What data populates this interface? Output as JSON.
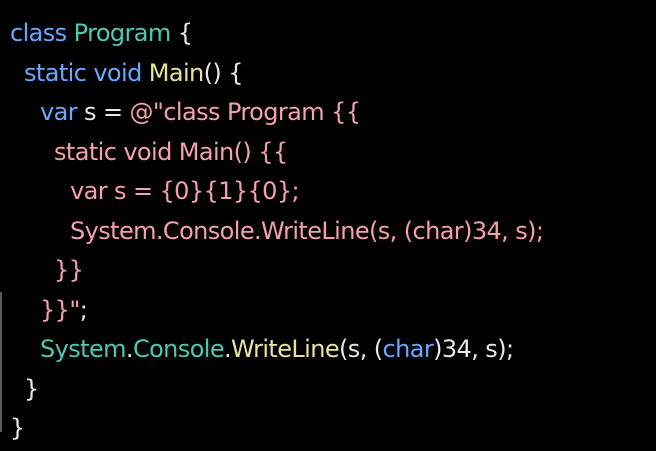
{
  "colors": {
    "background": "#000000",
    "keyword": "#6aa8ff",
    "type": "#4ec9b0",
    "method": "#e9e29a",
    "string": "#f4a0ad",
    "plain": "#e8e8e8"
  },
  "code_lines": [
    {
      "indent": 0,
      "tokens": [
        {
          "text": "class",
          "kind": "keyword"
        },
        {
          "text": " ",
          "kind": "plain"
        },
        {
          "text": "Program",
          "kind": "type"
        },
        {
          "text": " {",
          "kind": "plain"
        }
      ]
    },
    {
      "indent": 1,
      "tokens": [
        {
          "text": "static",
          "kind": "keyword"
        },
        {
          "text": " ",
          "kind": "plain"
        },
        {
          "text": "void",
          "kind": "keyword"
        },
        {
          "text": " ",
          "kind": "plain"
        },
        {
          "text": "Main",
          "kind": "method"
        },
        {
          "text": "() {",
          "kind": "plain"
        }
      ]
    },
    {
      "indent": 2,
      "tokens": [
        {
          "text": "var",
          "kind": "keyword"
        },
        {
          "text": " s = ",
          "kind": "plain"
        },
        {
          "text": "@\"class Program {{",
          "kind": "string"
        }
      ]
    },
    {
      "indent": 3,
      "tokens": [
        {
          "text": "static void Main() {{",
          "kind": "string"
        }
      ]
    },
    {
      "indent": 4,
      "tokens": [
        {
          "text": "var s = {0}{1}{0};",
          "kind": "string"
        }
      ]
    },
    {
      "indent": 4,
      "tokens": [
        {
          "text": "System.Console.WriteLine(s, (char)34, s);",
          "kind": "string"
        }
      ]
    },
    {
      "indent": 3,
      "tokens": [
        {
          "text": "}}",
          "kind": "string"
        }
      ]
    },
    {
      "indent": 2,
      "tokens": [
        {
          "text": "}}\"",
          "kind": "string"
        },
        {
          "text": ";",
          "kind": "plain"
        }
      ]
    },
    {
      "indent": 2,
      "tokens": [
        {
          "text": "System",
          "kind": "type"
        },
        {
          "text": ".",
          "kind": "plain"
        },
        {
          "text": "Console",
          "kind": "type"
        },
        {
          "text": ".",
          "kind": "plain"
        },
        {
          "text": "WriteLine",
          "kind": "method"
        },
        {
          "text": "(s, (",
          "kind": "plain"
        },
        {
          "text": "char",
          "kind": "keyword"
        },
        {
          "text": ")34, s);",
          "kind": "plain"
        }
      ]
    },
    {
      "indent": 1,
      "tokens": [
        {
          "text": "}",
          "kind": "plain"
        }
      ]
    },
    {
      "indent": 0,
      "tokens": [
        {
          "text": "}",
          "kind": "plain"
        }
      ]
    }
  ]
}
